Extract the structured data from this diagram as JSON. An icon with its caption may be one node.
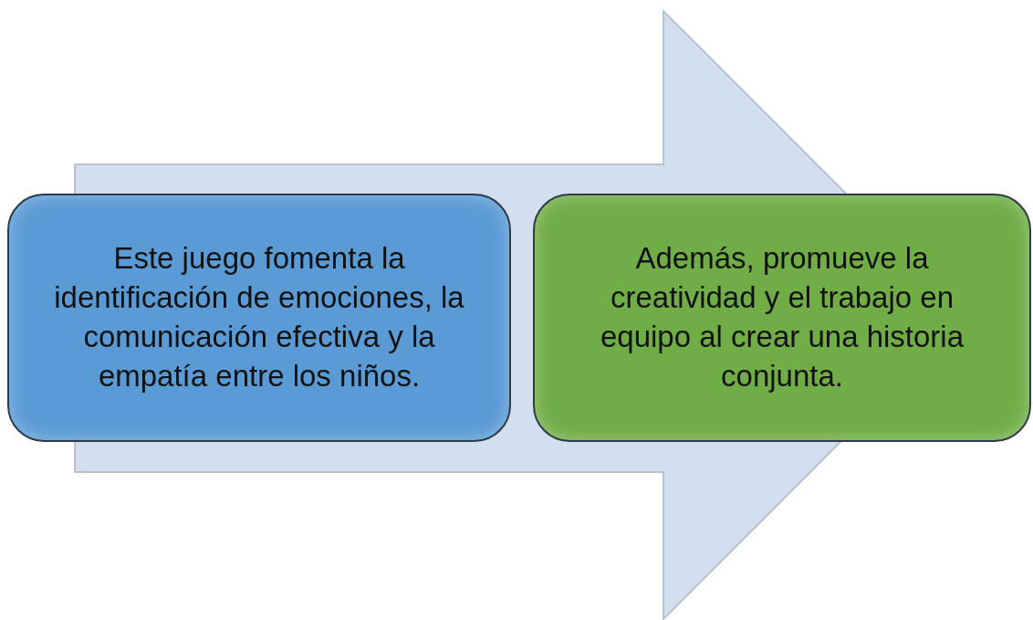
{
  "diagram": {
    "nodes": [
      {
        "text": [
          "Este juego fomenta la identificación de emociones, la comunicación efectiva y la empatía entre los niños."
        ]
      },
      {
        "text": [
          "Además, promueve la creatividad y el trabajo en equipo al crear una historia conjunta."
        ]
      }
    ],
    "edges": [
      {
        "from": 0,
        "to": 1,
        "arrow": "to",
        "style": "thick"
      }
    ]
  }
}
